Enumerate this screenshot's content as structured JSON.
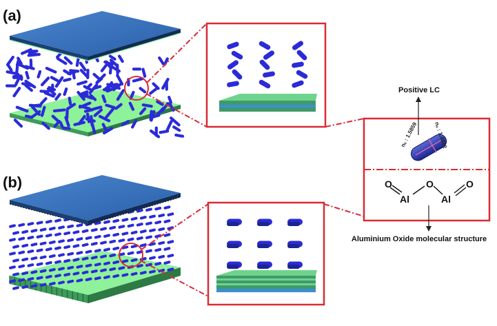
{
  "panel_a": {
    "label": "(a)"
  },
  "panel_b": {
    "label": "(b)"
  },
  "molecule": {
    "title": "Positive LC",
    "n_e": "nₑ : 1.5859",
    "n_o": "nₒ : 1.4872"
  },
  "oxide": {
    "caption": "Aluminium Oxide molecular structure",
    "atom_o": "O",
    "atom_al": "Al"
  },
  "colors": {
    "top_plate": "#2f6db5",
    "top_plate_edge": "#1a3f73",
    "bottom_plate": "#8ef29a",
    "bottom_plate_edge": "#3e9b5a",
    "lc": "#2b2bd8",
    "frame": "#d92b34",
    "substrate_green": "#3f9a6a",
    "substrate_blue": "#3c8fd0",
    "pink": "#ee6aa6"
  }
}
